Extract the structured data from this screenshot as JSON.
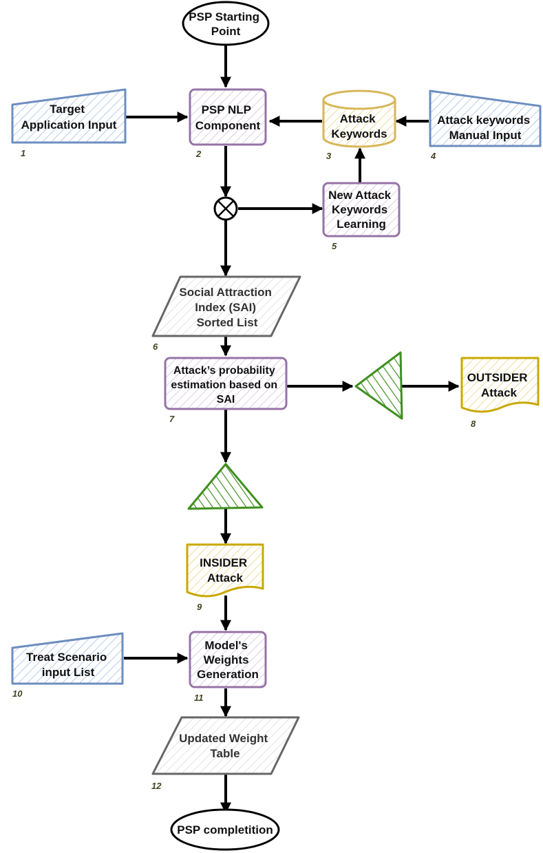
{
  "colors": {
    "blue": "#6c8ebf",
    "purple": "#9673a6",
    "gold": "#d6b656",
    "goldDark": "#c9a800",
    "green": "#3f8f1f",
    "gray": "#666666",
    "black": "#000000"
  },
  "nodes": {
    "start": {
      "lines": [
        "PSP Starting",
        "Point"
      ]
    },
    "target_input": {
      "lines": [
        "Target",
        "Application Input"
      ],
      "number": "1"
    },
    "nlp": {
      "lines": [
        "PSP NLP",
        "Component"
      ],
      "number": "2"
    },
    "attack_keywords": {
      "lines": [
        "Attack",
        "Keywords"
      ],
      "number": "3"
    },
    "manual_input": {
      "lines": [
        "Attack keywords",
        "Manual Input"
      ],
      "number": "4"
    },
    "new_keywords": {
      "lines": [
        "New Attack",
        "Keywords",
        "Learning"
      ],
      "number": "5"
    },
    "sai_list": {
      "lines": [
        "Social Attraction",
        "Index (SAI)",
        "Sorted List"
      ],
      "number": "6"
    },
    "probability": {
      "lines": [
        "Attack’s probability",
        "estimation based on",
        "SAI"
      ],
      "number": "7"
    },
    "outsider": {
      "lines": [
        "OUTSIDER",
        "Attack"
      ],
      "number": "8"
    },
    "insider": {
      "lines": [
        "INSIDER",
        "Attack"
      ],
      "number": "9"
    },
    "treat_input": {
      "lines": [
        "Treat Scenario",
        "input List"
      ],
      "number": "10"
    },
    "weights": {
      "lines": [
        "Model's",
        "Weights",
        "Generation"
      ],
      "number": "11"
    },
    "weight_table": {
      "lines": [
        "Updated Weight",
        "Table"
      ],
      "number": "12"
    },
    "end": {
      "lines": [
        "PSP completition"
      ]
    }
  }
}
